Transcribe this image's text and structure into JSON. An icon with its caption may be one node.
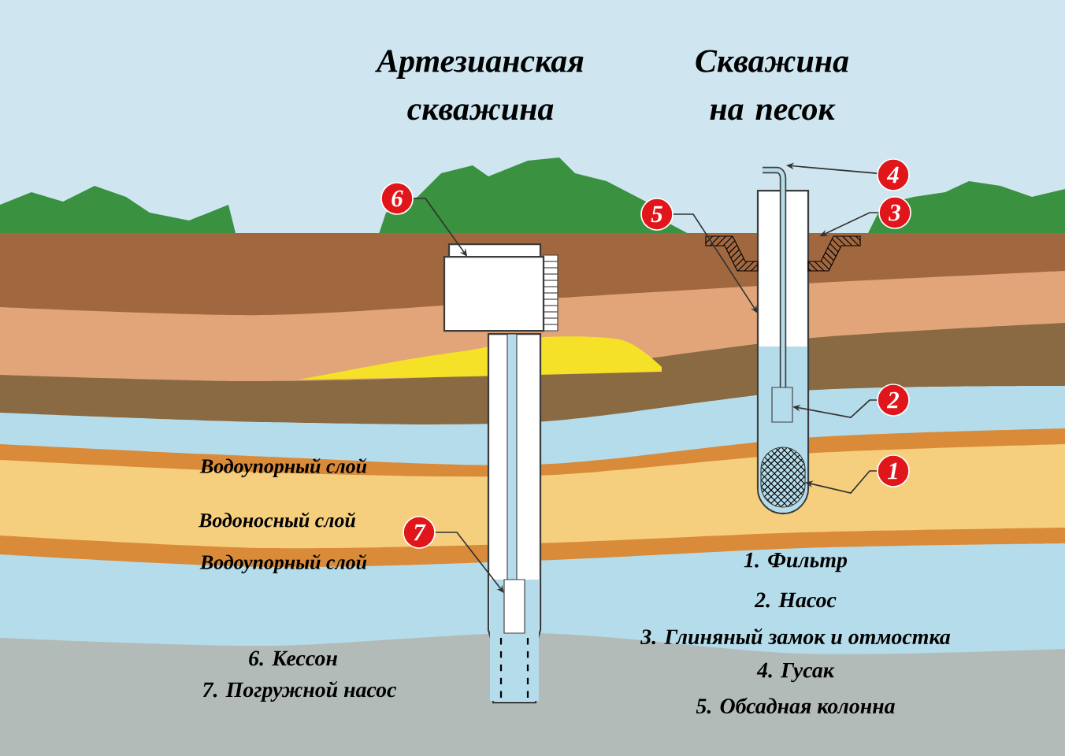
{
  "diagram": {
    "nodes": [
      {
        "text": [
          "4"
        ]
      },
      {
        "text": [
          "6"
        ]
      },
      {
        "text": [
          "3"
        ]
      },
      {
        "text": [
          "5"
        ]
      },
      {
        "text": [
          "2"
        ]
      },
      {
        "text": [
          "1"
        ]
      },
      {
        "text": [
          "7"
        ]
      },
      {
        "text": [],
        "shape": "box"
      },
      {
        "text": [],
        "shape": "box"
      },
      {
        "text": [],
        "shape": "bar"
      },
      {
        "text": [],
        "shape": "picture"
      },
      {
        "text": [],
        "shape": "picture"
      },
      {
        "text": [],
        "shape": "box",
        "in": 9
      },
      {
        "text": [],
        "shape": "box",
        "in": 9
      }
    ],
    "edges": [
      {
        "from": 0,
        "to": 10,
        "arrow": "to"
      },
      {
        "from": 1,
        "to": 7,
        "arrow": "to"
      },
      {
        "from": 2,
        "to": 11,
        "arrow": "to"
      },
      {
        "from": 3,
        "to": 9,
        "arrow": "to"
      },
      {
        "from": 4,
        "to": 12,
        "arrow": "to"
      },
      {
        "from": 5,
        "to": 13,
        "arrow": "to"
      },
      {
        "from": 6,
        "to": 8,
        "arrow": "to"
      }
    ],
    "labels": [
      "Артезианская скважина",
      "Скважина на песок",
      "Водоупорный слой",
      "Водоносный слой",
      "Водоупорный слой",
      "6. Кессон",
      "7. Погружной насос",
      "1. Фильтр",
      "2. Насос",
      "3. Глиняный замок и отмостка",
      "4. Гусак",
      "5. Обсадная колонна"
    ]
  }
}
